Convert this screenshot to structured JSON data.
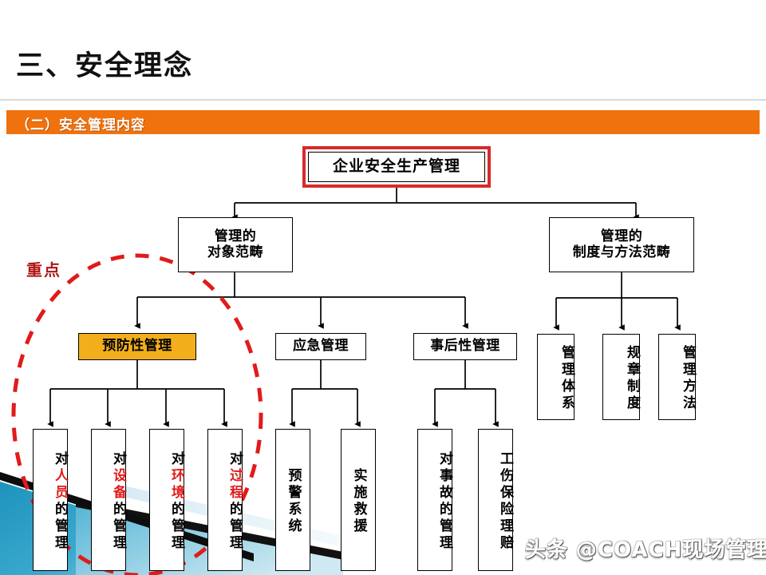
{
  "slide": {
    "title": "三、安全理念",
    "section_label": "（二）安全管理内容",
    "watermark": "头条 @COACH现场管理",
    "focus_label": "重点",
    "colors": {
      "section_bar": "#f0720e",
      "root_border": "#d62b2b",
      "highlight_fill": "#f3ae1b",
      "emphasis_red": "#e01b1b",
      "focus_label": "#b01616",
      "deco_teal": "#2a9ec4",
      "line": "#000000"
    }
  },
  "chart_data": {
    "type": "diagram",
    "title": "企业安全生产管理",
    "orientation": "top-down-tree",
    "nodes": {
      "root": {
        "label": "企业安全生产管理",
        "style": "red-double-border"
      },
      "level2": [
        {
          "id": "obj_scope",
          "label_line1": "管理的",
          "label_line2": "对象范畴"
        },
        {
          "id": "sys_scope",
          "label_line1": "管理的",
          "label_line2": "制度与方法范畴"
        }
      ],
      "level3_left": [
        {
          "id": "prevent",
          "label": "预防性管理",
          "style": "gold-highlight"
        },
        {
          "id": "emergency",
          "label": "应急管理",
          "style": "plain"
        },
        {
          "id": "aftermath",
          "label": "事后性管理",
          "style": "plain"
        }
      ],
      "level3_right": [
        {
          "id": "mgmt_system",
          "label": "管理体系",
          "orient": "vertical"
        },
        {
          "id": "rules",
          "label": "规章制度",
          "orient": "vertical"
        },
        {
          "id": "methods",
          "label": "管理方法",
          "orient": "vertical"
        }
      ],
      "level4_prevent": [
        {
          "id": "people",
          "pre": "对",
          "red": "人员",
          "post": "的管理"
        },
        {
          "id": "equip",
          "pre": "对",
          "red": "设备",
          "post": "的管理"
        },
        {
          "id": "env",
          "pre": "对",
          "red": "环境",
          "post": "的管理"
        },
        {
          "id": "process",
          "pre": "对",
          "red": "过程",
          "post": "的管理"
        }
      ],
      "level4_emergency": [
        {
          "id": "warning",
          "label": "预警系统"
        },
        {
          "id": "rescue",
          "label": "实施救援"
        }
      ],
      "level4_aftermath": [
        {
          "id": "accident",
          "label": "对事故的管理"
        },
        {
          "id": "insurance",
          "label": "工伤保险理赔"
        }
      ]
    },
    "annotations": [
      {
        "type": "dashed-ellipse",
        "color": "#e01b1b",
        "encircles": "level4_prevent + prevent"
      },
      {
        "type": "text",
        "label": "重点",
        "color": "#b01616"
      }
    ]
  }
}
